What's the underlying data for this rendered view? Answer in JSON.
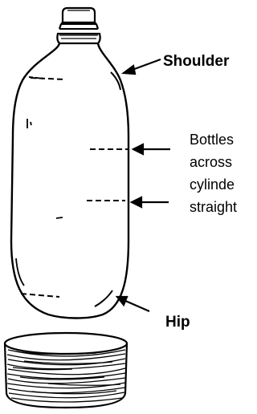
{
  "labels": {
    "shoulder": "Shoulder",
    "hip": "Hip",
    "note_lines": [
      "Bottles",
      "across",
      "cylinde",
      "straight"
    ]
  },
  "colors": {
    "ink": "#000000",
    "background": "#ffffff"
  }
}
